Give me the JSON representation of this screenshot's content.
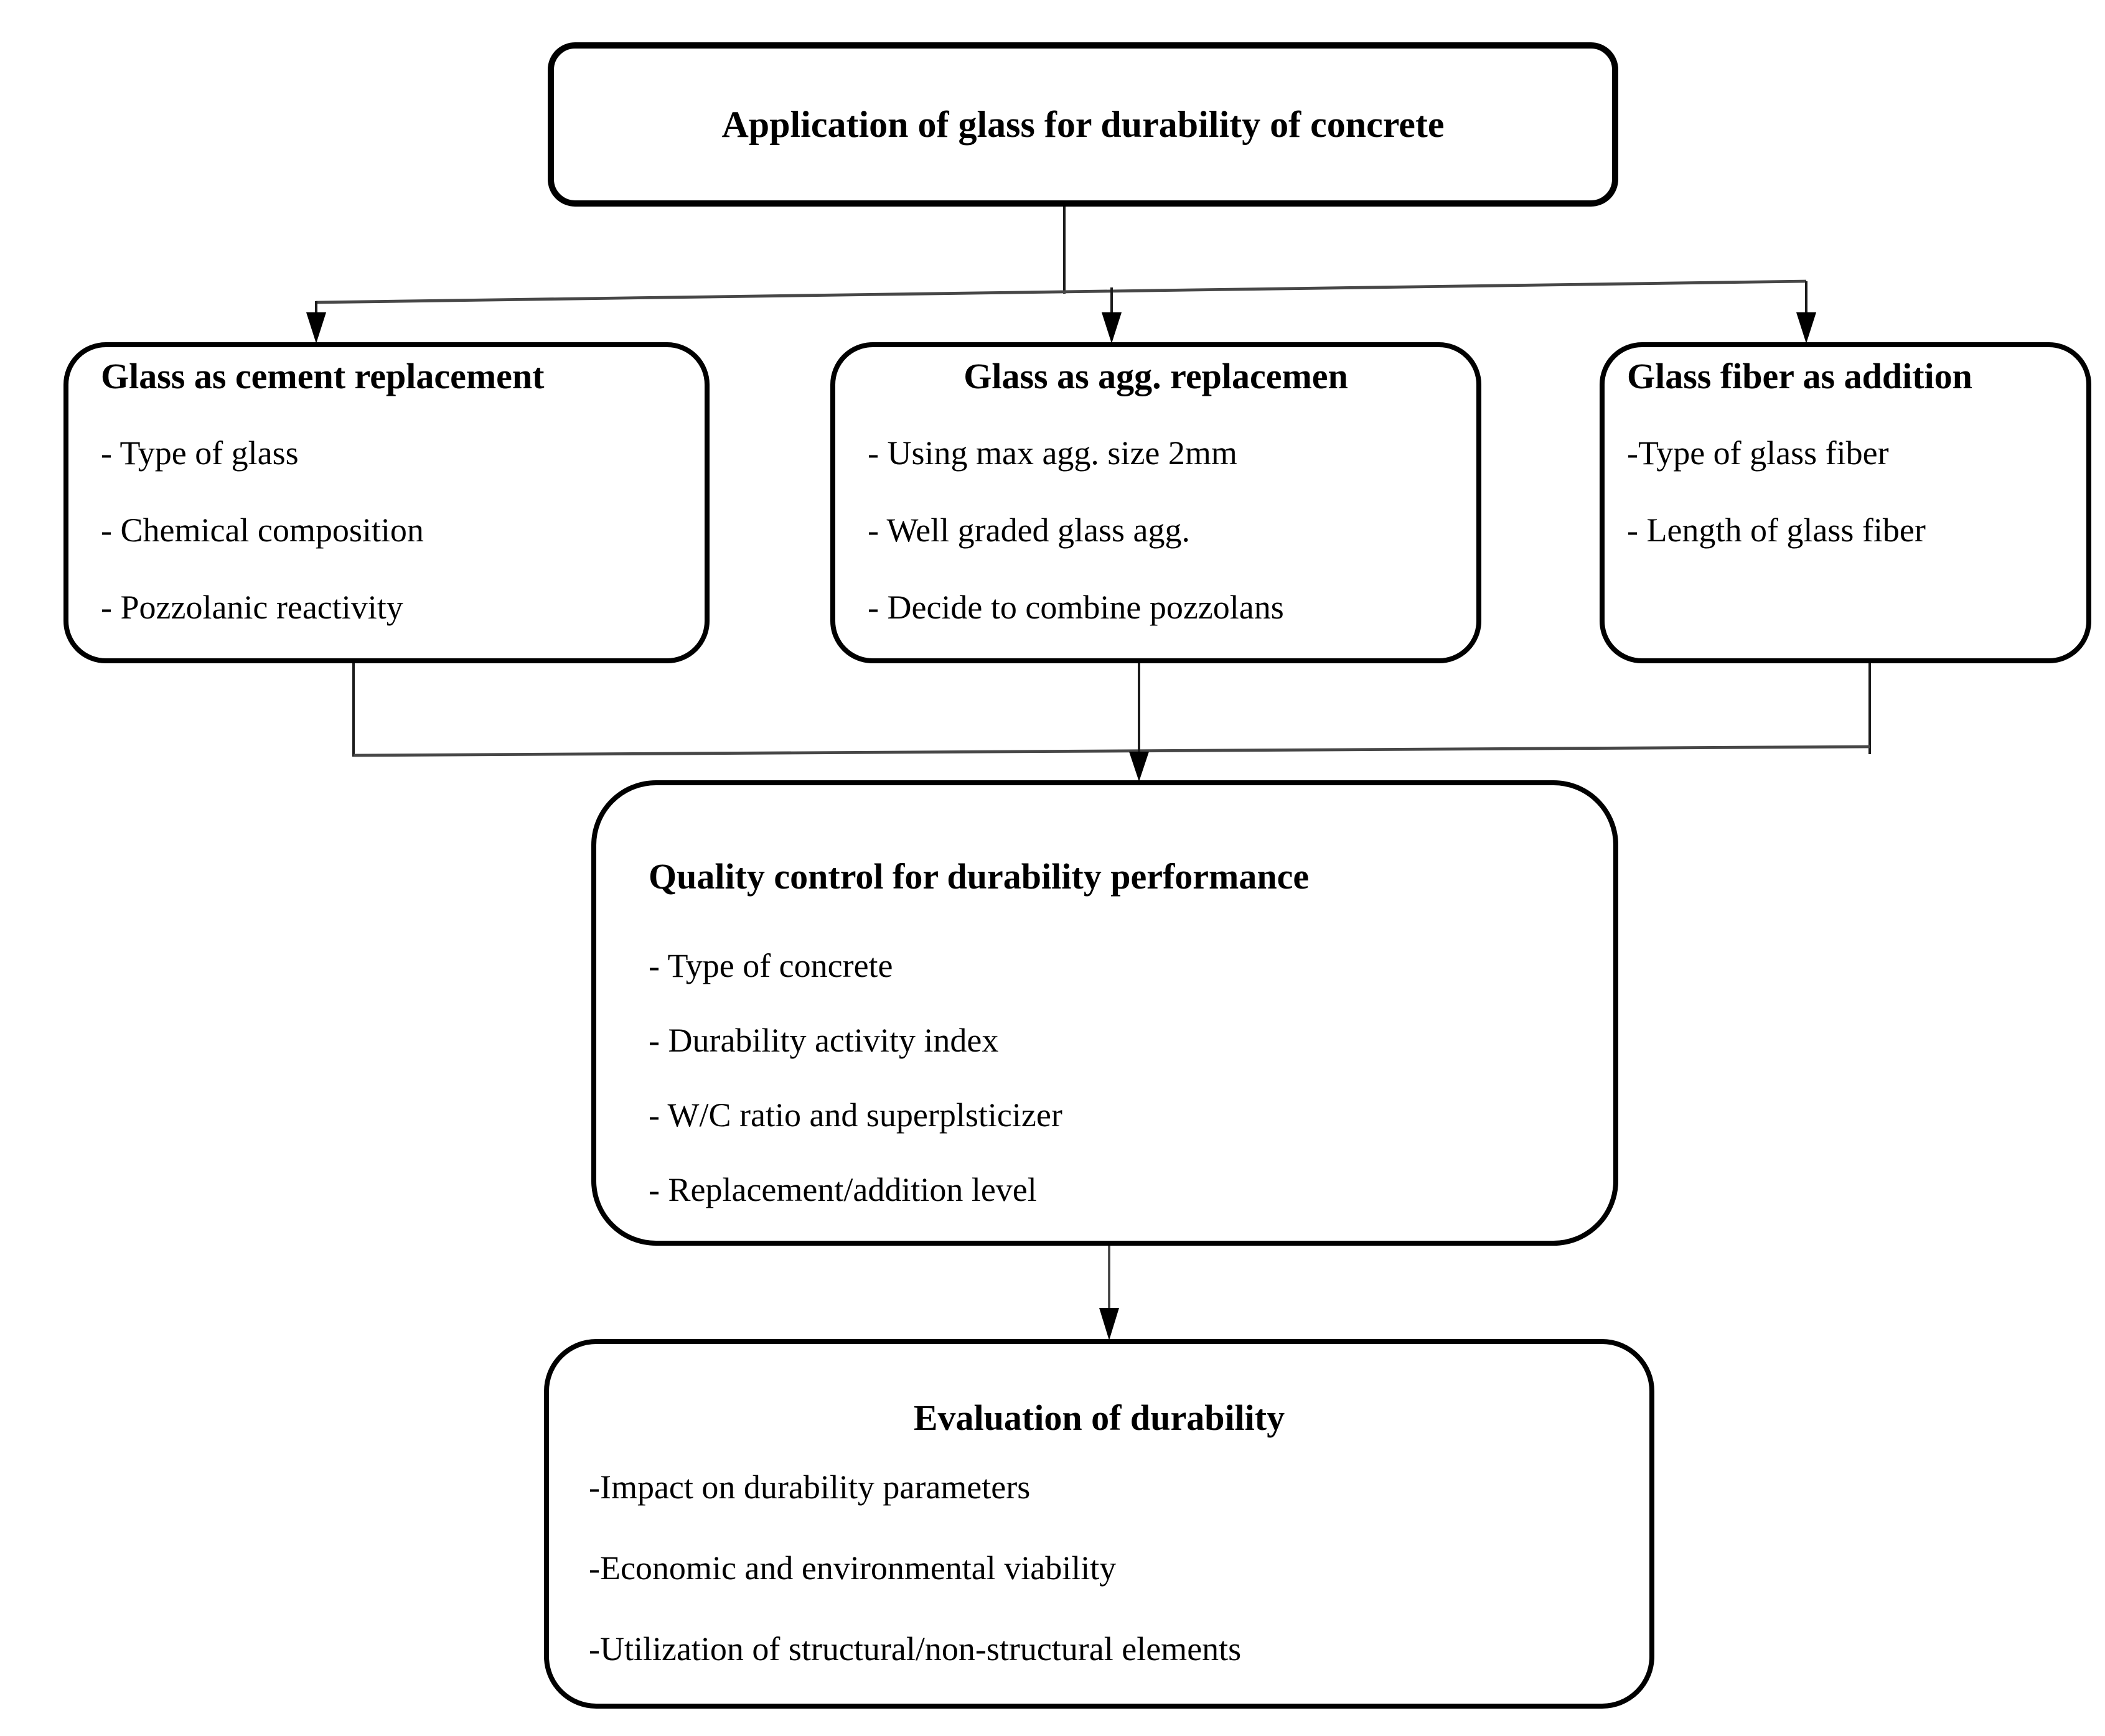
{
  "flowchart": {
    "root": {
      "title": "Application of glass for durability of concrete"
    },
    "branches": [
      {
        "title": "Glass as cement replacement",
        "items": [
          "- Type of glass",
          "- Chemical composition",
          "- Pozzolanic reactivity"
        ]
      },
      {
        "title": "Glass as agg. replacemen",
        "items": [
          "- Using max agg. size 2mm",
          "- Well graded glass agg.",
          "- Decide to combine pozzolans"
        ]
      },
      {
        "title": "Glass fiber as addition",
        "items": [
          "-Type of glass fiber",
          "- Length of glass fiber"
        ]
      }
    ],
    "quality": {
      "title": "Quality control for durability performance",
      "items": [
        "- Type of concrete",
        "- Durability activity index",
        "- W/C ratio and superplsticizer",
        "- Replacement/addition level"
      ]
    },
    "evaluation": {
      "title": "Evaluation of durability",
      "items": [
        "-Impact on durability parameters",
        "-Economic and environmental viability",
        "-Utilization of structural/non-structural elements"
      ]
    }
  },
  "colors": {
    "ink": "#000000",
    "background": "#ffffff"
  }
}
